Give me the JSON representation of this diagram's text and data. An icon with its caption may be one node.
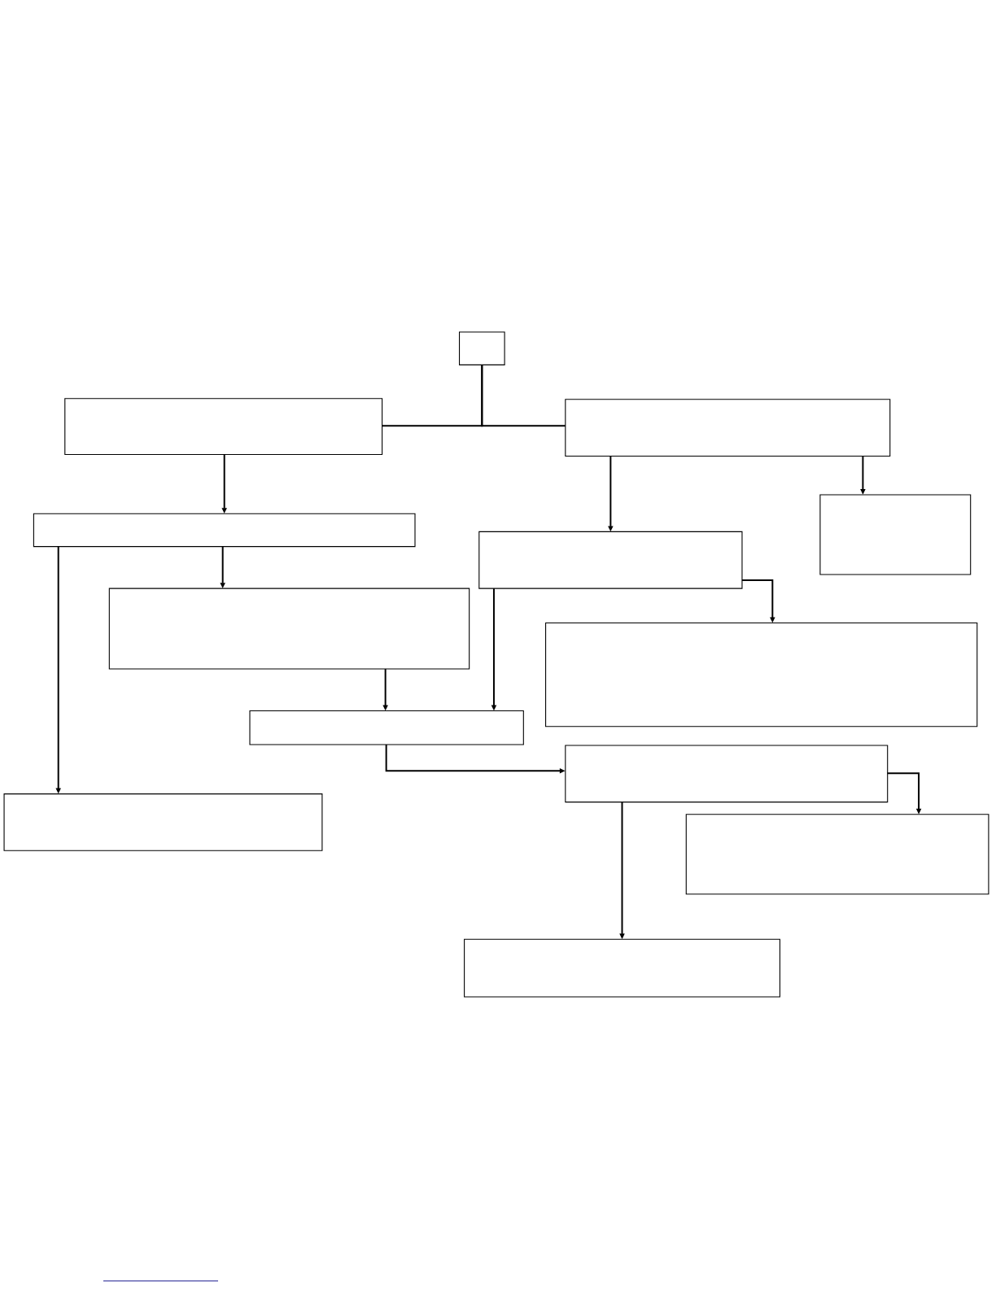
{
  "diagram": {
    "nodes": [
      {
        "text": [],
        "shape": "box"
      },
      {
        "text": [],
        "shape": "box"
      },
      {
        "text": [],
        "shape": "box"
      },
      {
        "text": [],
        "shape": "box"
      },
      {
        "text": [],
        "shape": "box"
      },
      {
        "text": [],
        "shape": "box"
      },
      {
        "text": [],
        "shape": "box"
      },
      {
        "text": [],
        "shape": "box"
      },
      {
        "text": [],
        "shape": "box"
      },
      {
        "text": [],
        "shape": "box"
      },
      {
        "text": [],
        "shape": "box"
      },
      {
        "text": [],
        "shape": "box"
      },
      {
        "text": [],
        "shape": "box"
      }
    ],
    "edges": [
      {
        "from": 0,
        "to": 1,
        "arrow": "none"
      },
      {
        "from": 0,
        "to": 2,
        "arrow": "none"
      },
      {
        "from": 1,
        "to": 3,
        "arrow": "to"
      },
      {
        "from": 2,
        "to": 4,
        "arrow": "to"
      },
      {
        "from": 2,
        "to": 5,
        "arrow": "to"
      },
      {
        "from": 3,
        "to": 6,
        "arrow": "to"
      },
      {
        "from": 3,
        "to": 9,
        "arrow": "to"
      },
      {
        "from": 4,
        "to": 7,
        "arrow": "to"
      },
      {
        "from": 4,
        "to": 8,
        "arrow": "to"
      },
      {
        "from": 6,
        "to": 8,
        "arrow": "to"
      },
      {
        "from": 8,
        "to": 10,
        "arrow": "to"
      },
      {
        "from": 10,
        "to": 11,
        "arrow": "to"
      },
      {
        "from": 10,
        "to": 12,
        "arrow": "to"
      }
    ]
  }
}
